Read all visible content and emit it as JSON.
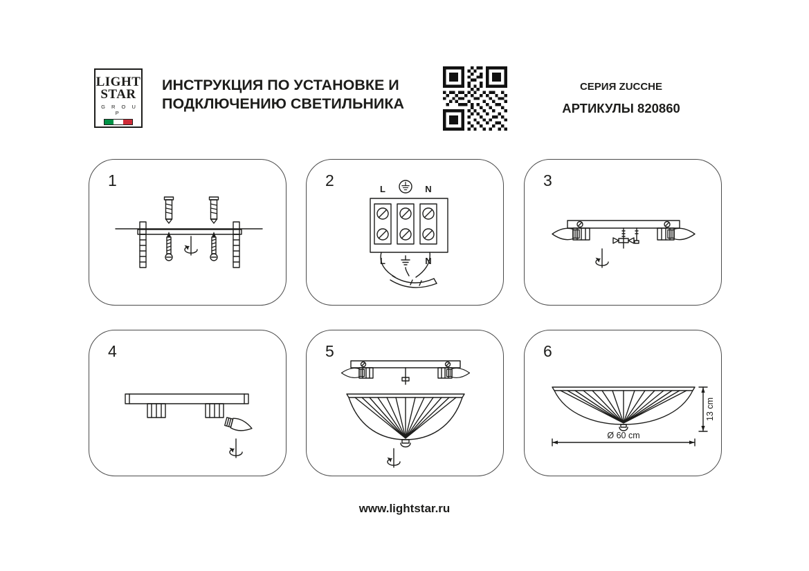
{
  "header": {
    "logo": {
      "line1": "LIGHT",
      "line2": "STAR",
      "line3": "G R O U P"
    },
    "title_line1": "ИНСТРУКЦИЯ ПО УСТАНОВКЕ И",
    "title_line2": "ПОДКЛЮЧЕНИЮ СВЕТИЛЬНИКА",
    "series": "СЕРИЯ ZUCCHE",
    "articles": "АРТИКУЛЫ 820860"
  },
  "panels": {
    "p1": {
      "number": "1"
    },
    "p2": {
      "number": "2",
      "top_l": "L",
      "top_n": "N",
      "bottom_l": "L",
      "bottom_n": "N"
    },
    "p3": {
      "number": "3"
    },
    "p4": {
      "number": "4"
    },
    "p5": {
      "number": "5"
    },
    "p6": {
      "number": "6",
      "diameter": "Ø 60 cm",
      "height": "13 cm"
    }
  },
  "footer": {
    "website": "www.lightstar.ru"
  },
  "colors": {
    "ink": "#1d1d1b",
    "flag_green": "#009246",
    "flag_white": "#ffffff",
    "flag_red": "#ce2b37"
  }
}
